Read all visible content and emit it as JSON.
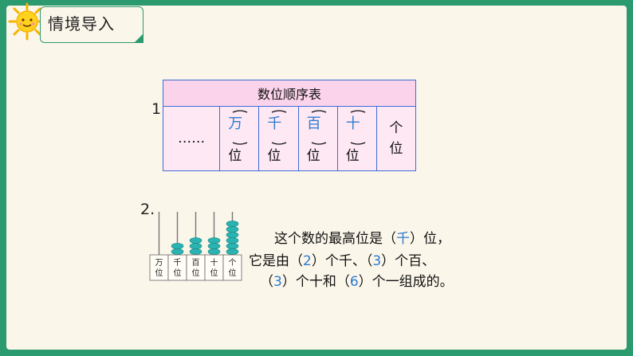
{
  "header": {
    "title": "情境导入",
    "sun_icon": "sun-icon"
  },
  "section1": {
    "number": "1.",
    "table_title": "数位顺序表",
    "dots": "……",
    "columns": [
      {
        "answer": "万",
        "unit": "位"
      },
      {
        "answer": "千",
        "unit": "位"
      },
      {
        "answer": "百",
        "unit": "位"
      },
      {
        "answer": "十",
        "unit": "位"
      }
    ],
    "last_column": {
      "top": "个",
      "bottom": "位"
    }
  },
  "section2": {
    "number": "2.",
    "abacus_labels": [
      "万位",
      "千位",
      "百位",
      "十位",
      "个位"
    ],
    "abacus_beads": [
      0,
      2,
      3,
      3,
      6
    ],
    "line1": {
      "prefix": "这个数的最高位是（",
      "answer": "千",
      "suffix": "）位，"
    },
    "line2": {
      "prefix": "它是由（",
      "a1": "2",
      "mid1": "）个千、（",
      "a2": "3",
      "suffix": "）个百、"
    },
    "line3": {
      "prefix": "（",
      "a1": "3",
      "mid1": "）个十和（",
      "a2": "6",
      "suffix": "）个一组成的。"
    }
  },
  "colors": {
    "frame": "#2c9a6f",
    "answer_blue": "#2b7bd1",
    "table_border": "#3f6bd8",
    "table_pink": "#fbd3ea",
    "bead": "#2ab3b0"
  }
}
